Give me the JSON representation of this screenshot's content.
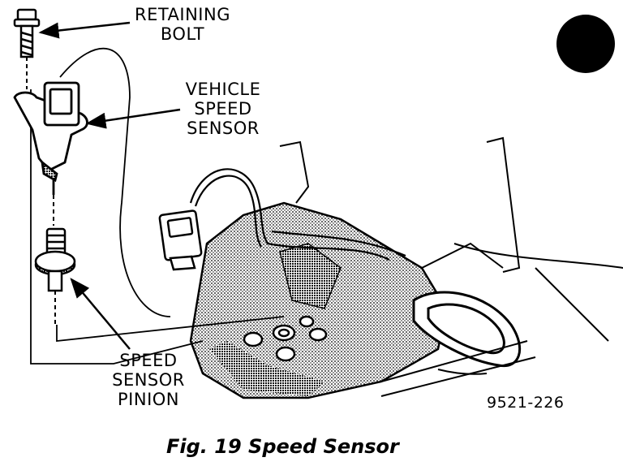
{
  "labels": {
    "retaining_bolt": [
      "RETAINING",
      "BOLT"
    ],
    "vehicle_speed_sensor": [
      "VEHICLE",
      "SPEED",
      "SENSOR"
    ],
    "speed_sensor_pinion": [
      "SPEED",
      "SENSOR",
      "PINION"
    ]
  },
  "figure_number": "9521-226",
  "caption": "Fig. 19 Speed Sensor",
  "colors": {
    "ink": "#000000",
    "paper": "#ffffff",
    "shade": "#6b6b6b"
  }
}
